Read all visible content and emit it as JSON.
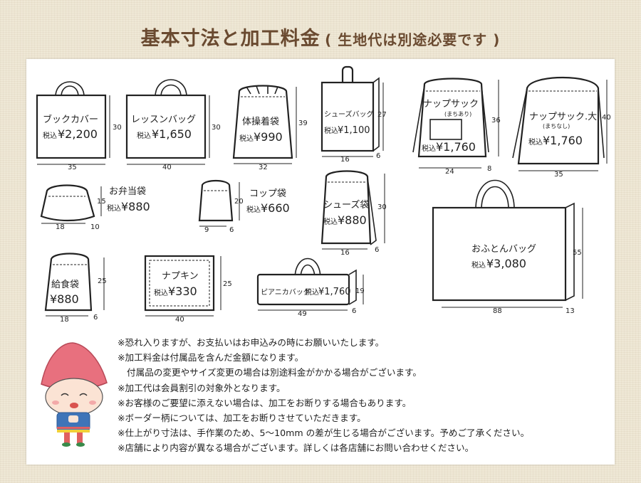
{
  "title": {
    "main": "基本寸法と加工料金",
    "sub": "( 生地代は別途必要です )"
  },
  "items": {
    "book_cover": {
      "name": "ブックカバー",
      "price": "¥2,200",
      "w": "35",
      "h": "30"
    },
    "lesson_bag": {
      "name": "レッスンバッグ",
      "price": "¥1,650",
      "w": "40",
      "h": "30"
    },
    "gym_bag": {
      "name": "体操着袋",
      "price": "¥990",
      "w": "32",
      "h": "39"
    },
    "shoes_bag_1": {
      "name": "シューズバッグ",
      "price": "¥1,100",
      "w": "16",
      "d": "6",
      "h": "27"
    },
    "knapsack": {
      "name": "ナップサック",
      "note": "(まちあり)",
      "price": "¥1,760",
      "w": "24",
      "d": "8",
      "h": "36"
    },
    "knapsack_l": {
      "name": "ナップサック.大",
      "note": "(まちなし)",
      "price": "¥1,760",
      "w": "35",
      "h": "40"
    },
    "lunch_bag": {
      "name": "お弁当袋",
      "price": "¥880",
      "w": "18",
      "d": "10",
      "h": "15"
    },
    "cup_bag": {
      "name": "コップ袋",
      "price": "¥660",
      "w": "9",
      "d": "6",
      "h": "20"
    },
    "shoes_bag_2": {
      "name": "シューズ袋",
      "price": "¥880",
      "w": "16",
      "d": "6",
      "h": "30"
    },
    "futon_bag": {
      "name": "おふとんバッグ",
      "price": "¥3,080",
      "w": "88",
      "d": "13",
      "h": "55"
    },
    "meal_bag": {
      "name": "給食袋",
      "price": "¥880",
      "w": "18",
      "d": "6",
      "h": "25"
    },
    "napkin": {
      "name": "ナプキン",
      "price": "¥330",
      "w": "40",
      "h": "25"
    },
    "pianica_bag": {
      "name": "ピアニカバッグ",
      "price": "¥1,760",
      "w": "49",
      "d": "6",
      "h": "19"
    }
  },
  "tax_label": "税込",
  "notes": [
    "※恐れ入りますが、お支払いはお申込みの時にお願いいたします。",
    "※加工料金は付属品を含んだ金額になります。",
    "付属品の変更やサイズ変更の場合は別途料金がかかる場合がございます。",
    "※加工代は会員割引の対象外となります。",
    "※お客様のご要望に添えない場合は、加工をお断りする場合もあります。",
    "※ボーダー柄については、加工をお断りさせていただきます。",
    "※仕上がり寸法は、手作業のため、5～10mm の差が生じる場合がございます。予めご了承ください。",
    "※店舗により内容が異なる場合がございます。詳しくは各店舗にお問い合わせください。"
  ]
}
